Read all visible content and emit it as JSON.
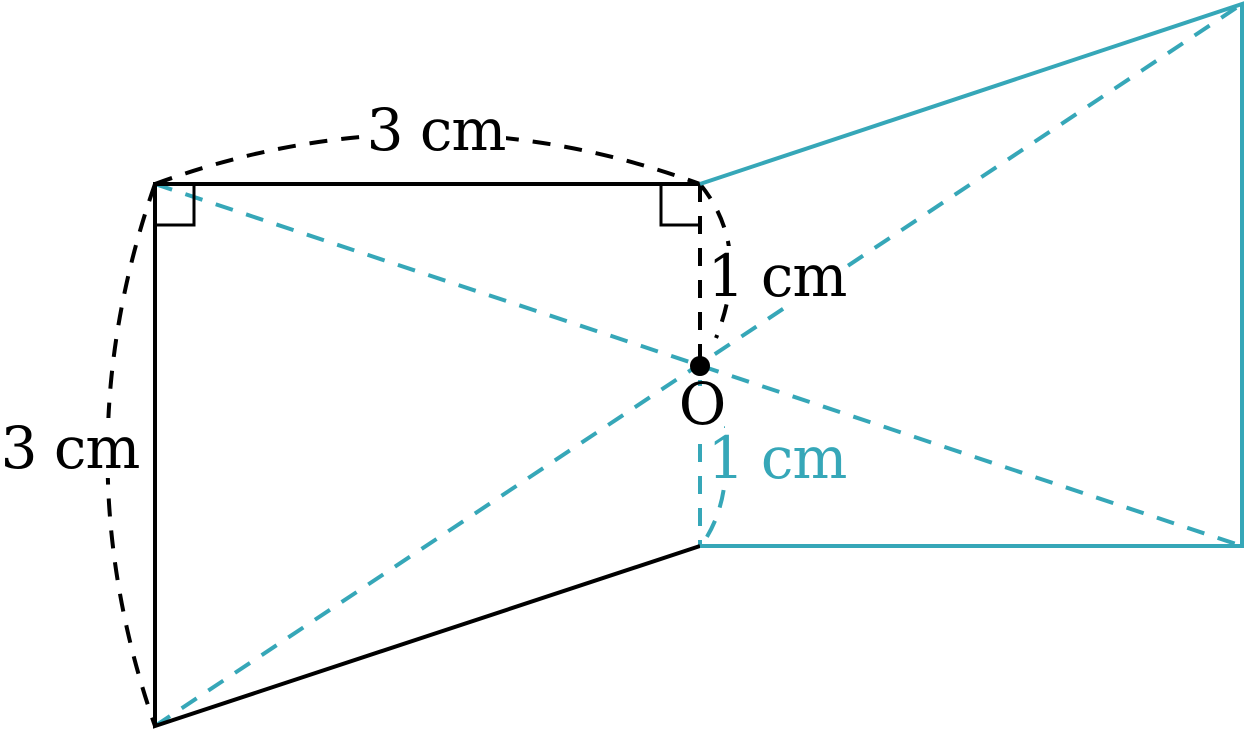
{
  "figure": {
    "labels": {
      "top_length": "3 cm",
      "left_length": "3 cm",
      "upper_short_length": "1 cm",
      "lower_short_length": "1 cm",
      "center_point": "O"
    },
    "colors": {
      "original_shape": "#000000",
      "rotated_shape": "#36a7b8",
      "background": "#ffffff"
    }
  }
}
